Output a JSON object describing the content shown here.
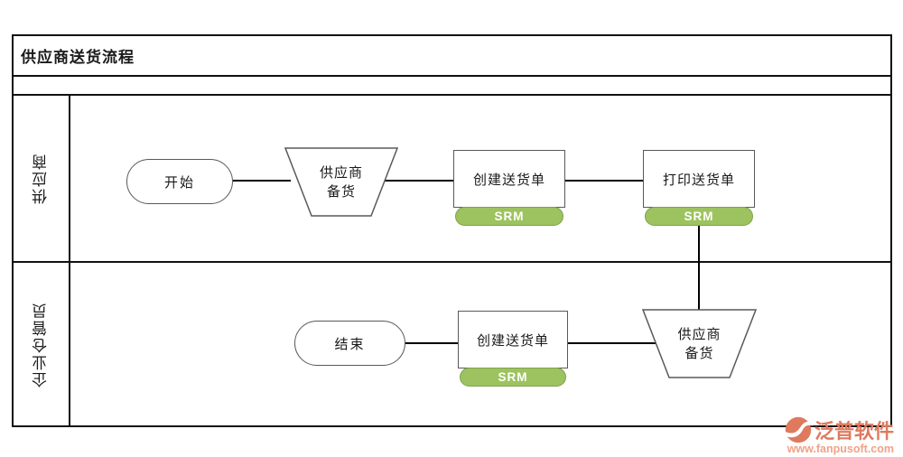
{
  "title": "供应商送货流程",
  "lanes": [
    {
      "label": "供应商"
    },
    {
      "label": "企业仓管员"
    }
  ],
  "nodes": {
    "start": {
      "label": "开始",
      "shape": "stadium"
    },
    "supplier_stock_top": {
      "line1": "供应商",
      "line2": "备货",
      "shape": "trapezoid"
    },
    "create_delivery_top": {
      "label": "创建送货单",
      "badge": "SRM",
      "shape": "process"
    },
    "print_delivery": {
      "label": "打印送货单",
      "badge": "SRM",
      "shape": "process"
    },
    "end": {
      "label": "结束",
      "shape": "stadium"
    },
    "create_delivery_bottom": {
      "label": "创建送货单",
      "badge": "SRM",
      "shape": "process"
    },
    "supplier_stock_bottom": {
      "line1": "供应商",
      "line2": "备货",
      "shape": "trapezoid"
    }
  },
  "colors": {
    "frame_border": "#111111",
    "shape_border": "#595959",
    "connector": "#000000",
    "srm_fill": "#9dc360",
    "srm_border": "#7fa24c",
    "srm_text": "#ffffff",
    "watermark_brand": "#df7a5e",
    "watermark_url": "#f0a287"
  },
  "watermark": {
    "brand": "泛普软件",
    "url": "www.fanpusoft.com"
  }
}
